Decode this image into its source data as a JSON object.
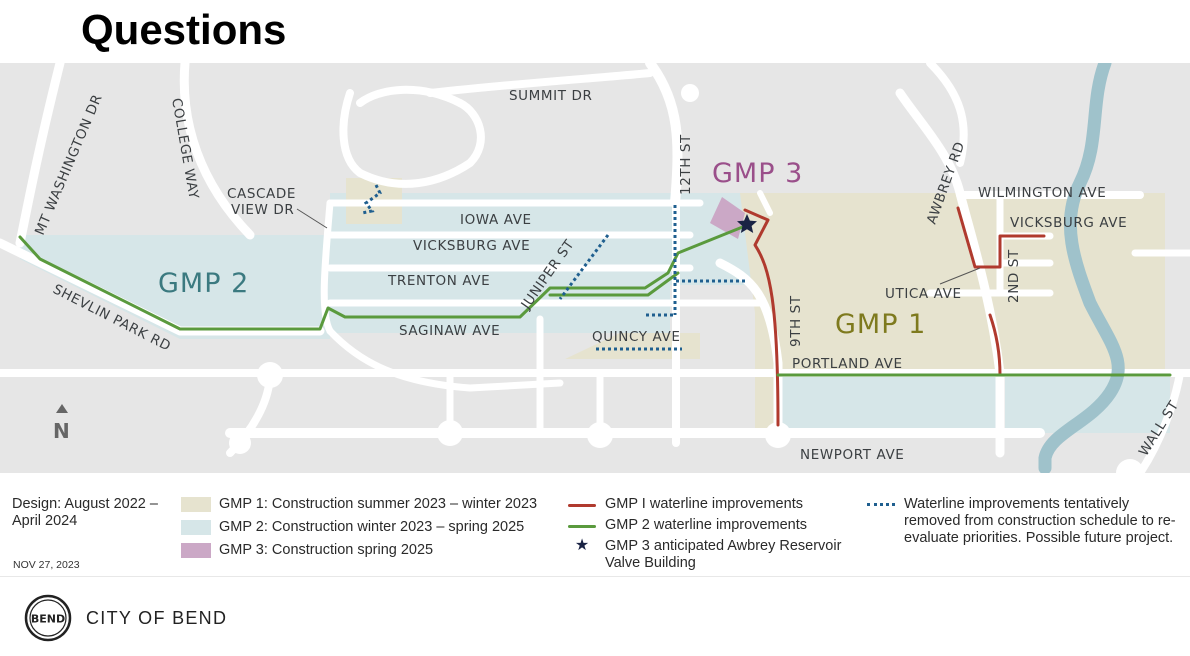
{
  "title": "Questions",
  "map": {
    "zones": {
      "gmp1": {
        "label": "GMP 1",
        "color": "#7e7a1e"
      },
      "gmp2": {
        "label": "GMP 2",
        "color": "#3b7a80"
      },
      "gmp3": {
        "label": "GMP 3",
        "color": "#9a4f8a"
      }
    },
    "streets": {
      "summit": "SUMMIT DR",
      "mt_washington": "MT WASHINGTON DR",
      "college_way": "COLLEGE WAY",
      "cascade_1": "CASCADE",
      "cascade_2": "VIEW DR",
      "iowa": "IOWA AVE",
      "vicksburg_w": "VICKSBURG AVE",
      "trenton": "TRENTON AVE",
      "juniper": "JUNIPER ST",
      "saginaw": "SAGINAW AVE",
      "quincy": "QUINCY AVE",
      "shevlin": "SHEVLIN PARK RD",
      "twelfth": "12TH ST",
      "ninth": "9TH ST",
      "portland": "PORTLAND AVE",
      "newport": "NEWPORT AVE",
      "awbrey": "AWBREY RD",
      "wilmington": "WILMINGTON AVE",
      "vicksburg_e": "VICKSBURG AVE",
      "utica": "UTICA AVE",
      "second": "2ND ST",
      "wall": "WALL ST"
    },
    "north": "N",
    "colors": {
      "gmp1_fill": "#e6e3cf",
      "gmp2_fill": "#d6e6e8",
      "gmp3_fill": "#cba8c6",
      "gmp1_line": "#b03a2e",
      "gmp2_line": "#5a9a3d",
      "future_line": "#1f5f8f",
      "river": "#9fc2cb",
      "road": "#ffffff",
      "background": "#e6e6e6"
    }
  },
  "legend": {
    "design": "Design: August 2022 – April 2024",
    "date": "NOV 27, 2023",
    "items": [
      {
        "kind": "swatch",
        "color": "#e6e3cf",
        "text": "GMP 1: Construction summer 2023 – winter 2023"
      },
      {
        "kind": "swatch",
        "color": "#d6e6e8",
        "text": "GMP 2: Construction winter 2023 – spring 2025"
      },
      {
        "kind": "swatch",
        "color": "#cba8c6",
        "text": "GMP 3: Construction spring 2025"
      },
      {
        "kind": "line",
        "color": "#b03a2e",
        "text": "GMP I waterline improvements"
      },
      {
        "kind": "line",
        "color": "#5a9a3d",
        "text": "GMP 2 waterline improvements"
      },
      {
        "kind": "star",
        "icon": "star-icon",
        "text": "GMP 3 anticipated Awbrey Reservoir Valve Building"
      },
      {
        "kind": "dash",
        "color": "#1f5f8f",
        "text": "Waterline improvements tentatively removed from construction schedule to re-evaluate priorities. Possible future project."
      }
    ]
  },
  "footer": {
    "city": "CITY OF BEND",
    "seal_text": "BEND"
  }
}
